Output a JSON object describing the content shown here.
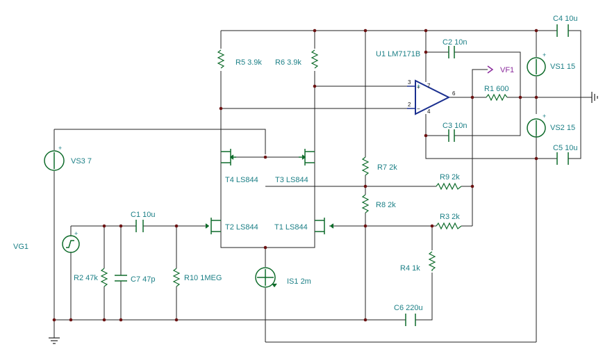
{
  "components": {
    "r5": "R5 3.9k",
    "r6": "R6 3.9k",
    "r7": "R7 2k",
    "r8": "R8 2k",
    "r9": "R9 2k",
    "r3": "R3 2k",
    "r4": "R4 1k",
    "r1": "R1 600",
    "r2": "R2 47k",
    "r10": "R10 1MEG",
    "c1": "C1 10u",
    "c2": "C2 10n",
    "c3": "C3 10n",
    "c4": "C4 10u",
    "c5": "C5 10u",
    "c6": "C6 220u",
    "c7": "C7 47p",
    "t1": "T1 LS844",
    "t2": "T2 LS844",
    "t3": "T3 LS844",
    "t4": "T4 LS844",
    "u1": "U1 LM7171B",
    "vs1": "VS1 15",
    "vs2": "VS2 15",
    "vs3": "VS3 7",
    "vg1": "VG1",
    "is1": "IS1 2m",
    "vf1": "VF1"
  },
  "opamp_pins": {
    "noninv": "3",
    "inv": "2",
    "out": "6",
    "vplus": "7",
    "vminus": "4"
  },
  "signs": {
    "plus": "+",
    "minus": "−"
  },
  "colors": {
    "wire": "#222222",
    "component": "#0e6b2a",
    "label": "#1b7f86",
    "opamp": "#1a2f8f",
    "probe": "#8a2a9c"
  }
}
